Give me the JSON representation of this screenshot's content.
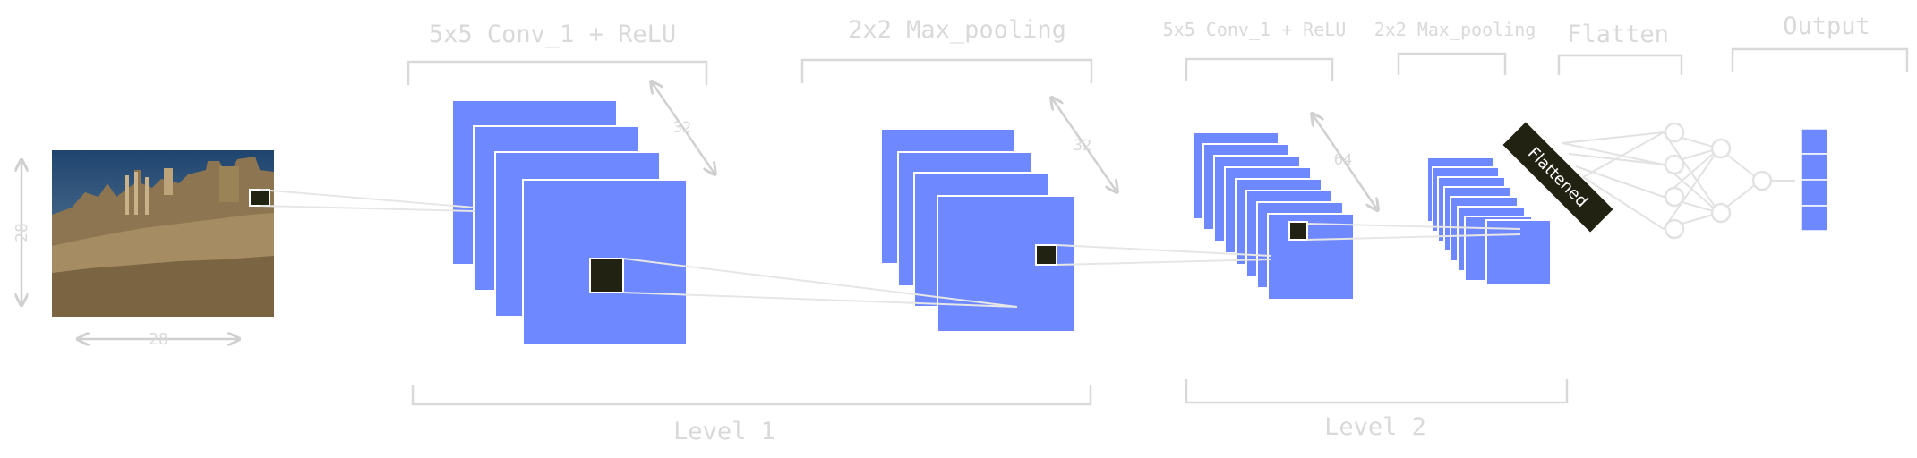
{
  "input": {
    "height_label": "28",
    "width_label": "28"
  },
  "stages": {
    "conv1": {
      "title": "5x5 Conv_1 + ReLU",
      "depth_label": "32"
    },
    "pool1": {
      "title": "2x2 Max_pooling",
      "depth_label": "32"
    },
    "conv2": {
      "title": "5x5 Conv_1 + ReLU",
      "depth_label": "64"
    },
    "pool2": {
      "title": "2x2 Max_pooling"
    },
    "flatten": {
      "title": "Flatten",
      "box_label": "Flattened"
    },
    "output": {
      "title": "Output"
    }
  },
  "levels": {
    "level1": "Level 1",
    "level2": "Level 2"
  },
  "colors": {
    "feature_map": "#6e89ff",
    "kernel": "#222213",
    "label": "#d9d9d9",
    "sky": "#2a4e79",
    "stone": "#a58c62"
  },
  "icons": {
    "input_image": "ruins-photo-icon",
    "dense_layer": "neural-network-icon"
  }
}
